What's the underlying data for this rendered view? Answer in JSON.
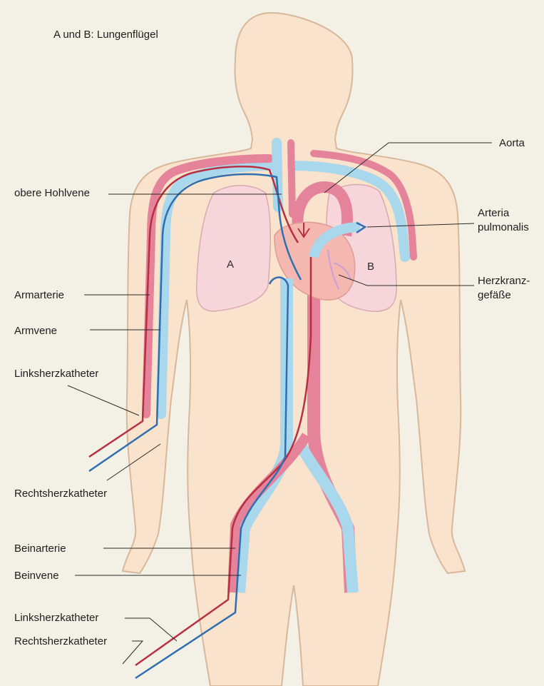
{
  "title": "A und B: Lungenflügel",
  "labels": {
    "aorta": "Aorta",
    "obere_hohlvene": "obere Hohlvene",
    "arteria_pulmonalis_1": "Arteria",
    "arteria_pulmonalis_2": "pulmonalis",
    "herzkranz_1": "Herzkranz-",
    "herzkranz_2": "gefäße",
    "armarterie": "Armarterie",
    "armvene": "Armvene",
    "linksherzkatheter_arm": "Linksherzkatheter",
    "rechtsherzkatheter_arm": "Rechtsherzkatheter",
    "beinarterie": "Beinarterie",
    "beinvene": "Beinvene",
    "linksherzkatheter_bein": "Linksherzkatheter",
    "rechtsherzkatheter_bein": "Rechtsherzkatheter",
    "lung_a": "A",
    "lung_b": "B"
  },
  "colors": {
    "background": "#f3f0e6",
    "skin": "#f9e3cc",
    "skin_outline": "#d8b79a",
    "lung": "#f6d6da",
    "lung_outline": "#d9a9b0",
    "heart": "#f4b8b0",
    "artery": "#e5839a",
    "artery_line": "#b83040",
    "vein": "#a9d7ec",
    "vein_line": "#2f6fb0",
    "leader": "#2a2a2a"
  }
}
